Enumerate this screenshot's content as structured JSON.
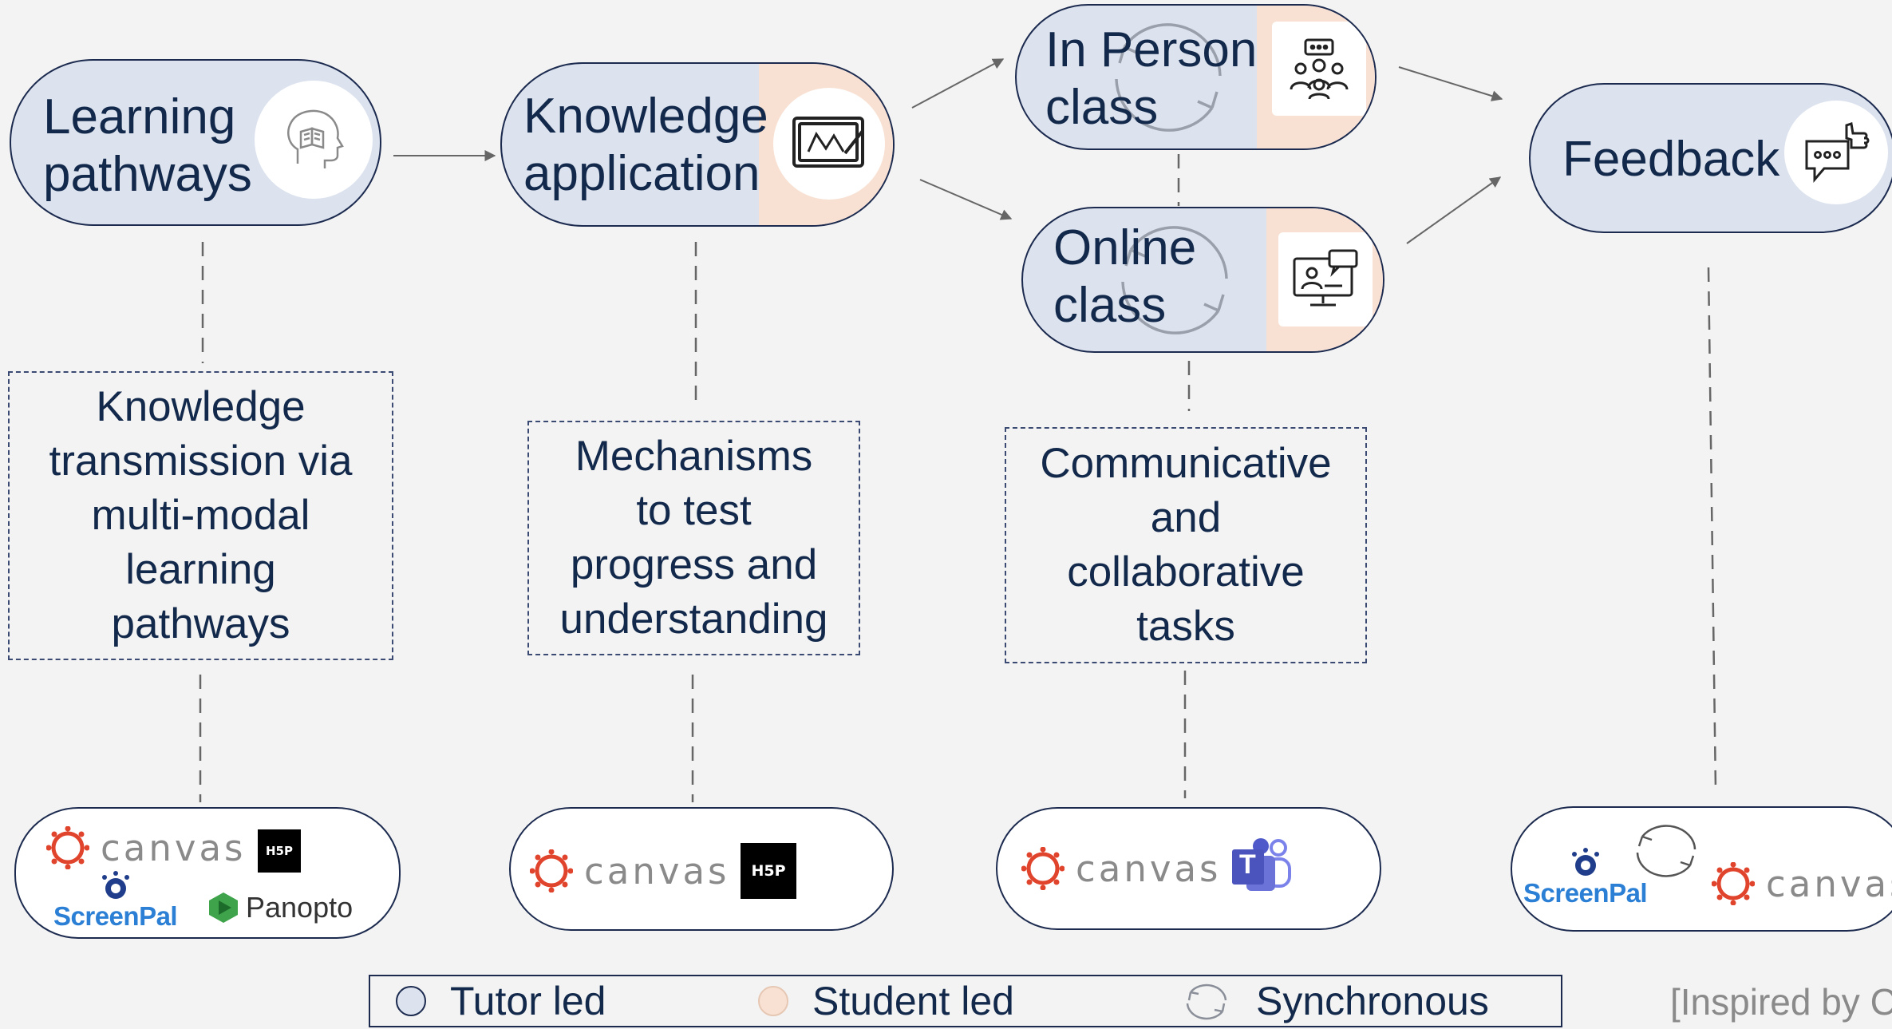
{
  "stages": {
    "learning": {
      "title": "Learning\npathways",
      "icon": "head-book-icon"
    },
    "knowledge": {
      "title": "Knowledge\napplication",
      "icon": "whiteboard-icon"
    },
    "inperson": {
      "title": "In Person\nclass",
      "icon": "group-chat-icon"
    },
    "online": {
      "title": "Online\nclass",
      "icon": "video-call-icon"
    },
    "feedback": {
      "title": "Feedback",
      "icon": "chat-thumbs-up-icon"
    }
  },
  "descriptions": {
    "learning": "Knowledge\ntransmission via\nmulti-modal\nlearning\npathways",
    "knowledge": "Mechanisms\nto test\nprogress and\nunderstanding",
    "online": "Communicative\nand\ncollaborative\ntasks"
  },
  "tools": {
    "canvas": "canvas",
    "h5p": "H5P",
    "screenpal": "ScreenPal",
    "panopto": "Panopto",
    "teams": "T"
  },
  "legend": {
    "tutor_led": "Tutor led",
    "student_led": "Student led",
    "synchronous": "Synchronous"
  },
  "credit": "[Inspired by C",
  "colors": {
    "tutor_led": "#dce3ef",
    "student_led": "#f8e1d3",
    "outline": "#1b2a4e",
    "text": "#13294b",
    "canvas_red": "#e0442c",
    "screenpal_blue": "#2b7fd4",
    "teams_purple": "#5059c9"
  }
}
